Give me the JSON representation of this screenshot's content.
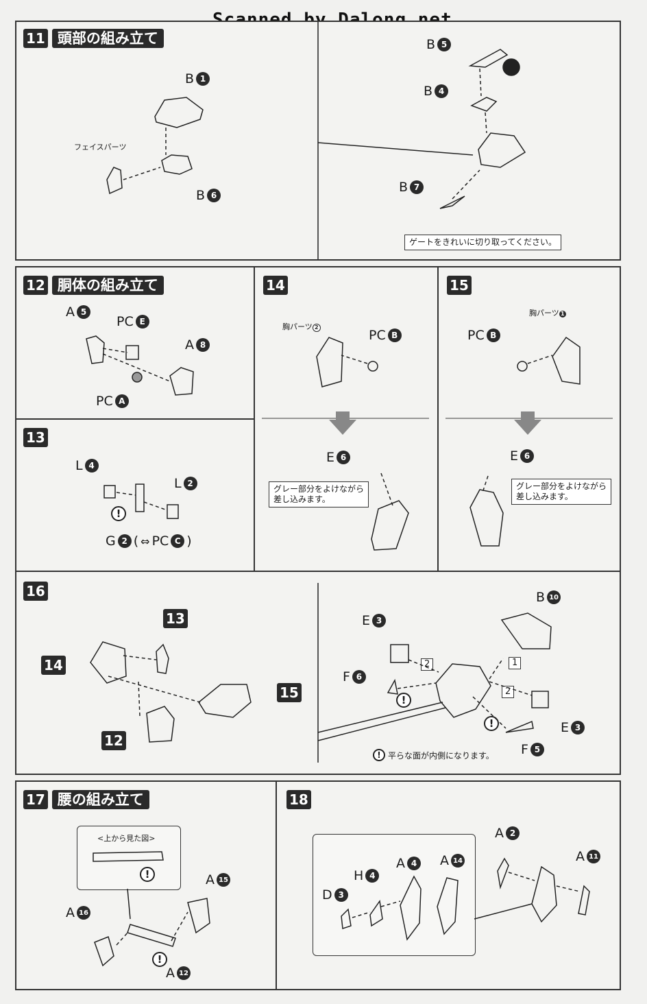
{
  "watermark": "Scanned by Dalong.net",
  "steps": {
    "s11": {
      "num": "11",
      "title": "頭部の組み立て",
      "face_parts": "フェイスパーツ",
      "gate_note": "ゲートをきれいに切り取ってください。"
    },
    "s12": {
      "num": "12",
      "title": "胴体の組み立て"
    },
    "s13": {
      "num": "13"
    },
    "s14": {
      "num": "14",
      "chest": "胸パーツ",
      "note_line1": "グレー部分をよけながら",
      "note_line2": "差し込みます。"
    },
    "s15": {
      "num": "15",
      "chest": "胸パーツ",
      "note_line1": "グレー部分をよけながら",
      "note_line2": "差し込みます。"
    },
    "s16": {
      "num": "16",
      "ref13": "13",
      "ref14": "14",
      "ref15": "15",
      "ref12": "12",
      "order1": "1",
      "order2": "2",
      "flat_note": "平らな面が内側になります。"
    },
    "s17": {
      "num": "17",
      "title": "腰の組み立て",
      "top_view": "<上から見た図>"
    },
    "s18": {
      "num": "18"
    }
  },
  "labels": {
    "pc": "PC",
    "letter_a": "A",
    "letter_b": "B",
    "letter_d": "D",
    "letter_e": "E",
    "letter_f": "F",
    "letter_g": "G",
    "letter_h": "H",
    "letter_l": "L",
    "n1": "1",
    "n2": "2",
    "n3": "3",
    "n4": "4",
    "n5": "5",
    "n6": "6",
    "n7": "7",
    "n8": "8",
    "n10": "10",
    "n11": "11",
    "n12": "12",
    "n14": "14",
    "n15": "15",
    "n16": "16",
    "pa": "A",
    "pb": "B",
    "pc_c": "C",
    "pe": "E",
    "exclaim": "!",
    "paren_open": "(",
    "paren_close": ")",
    "swap_icon": "⇔"
  }
}
